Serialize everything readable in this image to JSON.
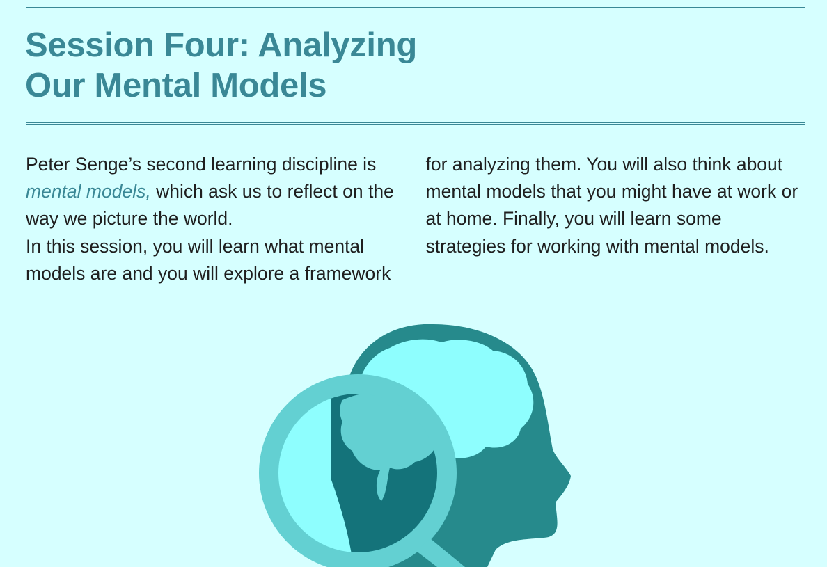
{
  "heading": {
    "line1": "Session Four: Analyzing",
    "line2": "Our Mental Models"
  },
  "body": {
    "p1_before": "Peter Senge’s second learning discipline is ",
    "p1_emphasis": "mental models,",
    "p1_after": " which ask us to reflect on the way we picture the world.",
    "p2": "In this session, you will learn what mental models are and you will explore a framework for analyzing them. You will also think about mental models that you might have at work or at home. Finally, you will learn some strategies for working with mental models."
  },
  "illustration": {
    "icon": "head-brain-magnifying-glass-icon"
  },
  "colors": {
    "background": "#d6ffff",
    "heading": "#3a8896",
    "text": "#1f1f1f",
    "head_fill": "#268a8c",
    "brain_fill": "#8efefe",
    "lens_ring": "#63d0d2",
    "lens_inner_dark": "#14737a"
  }
}
